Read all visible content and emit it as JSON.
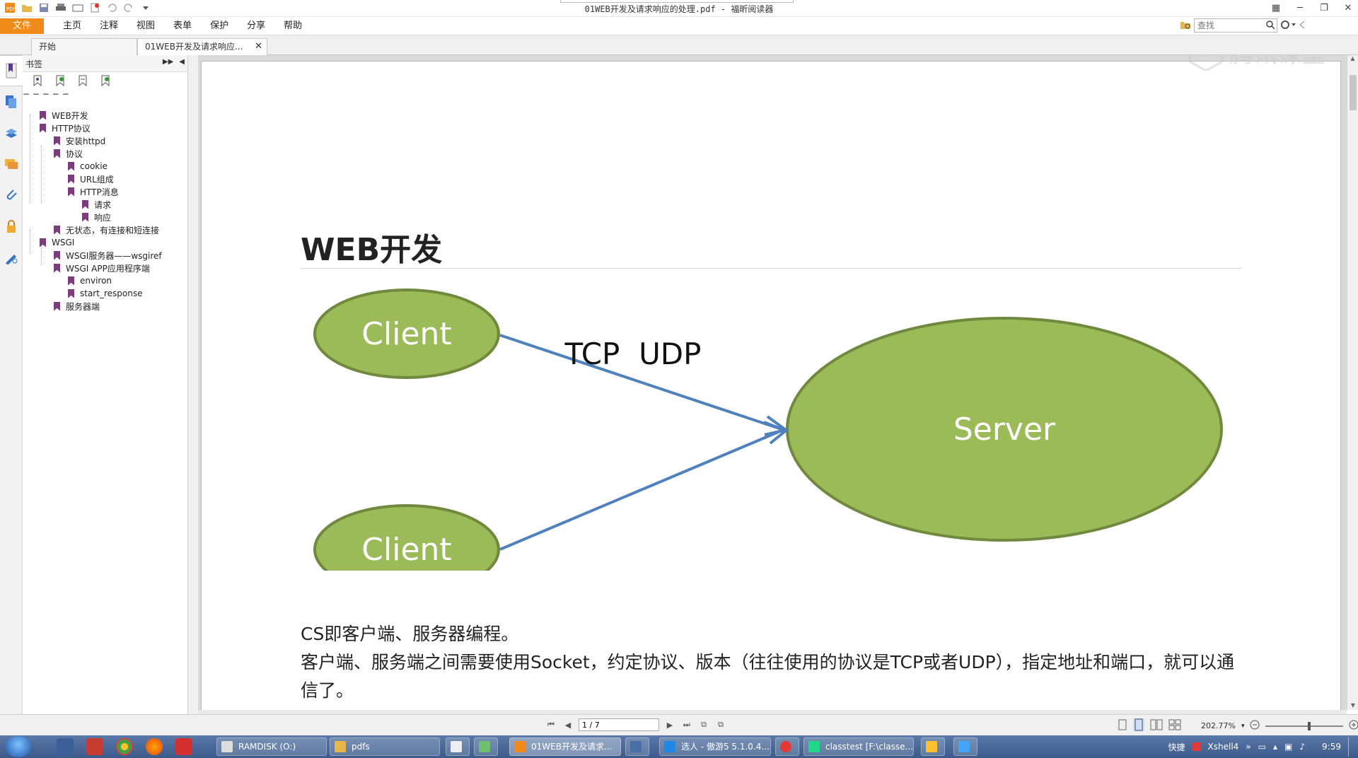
{
  "window": {
    "title": "01WEB开发及请求响应的处理.pdf - 福昕阅读器"
  },
  "menu": {
    "file": "文件",
    "items": [
      "主页",
      "注释",
      "视图",
      "表单",
      "保护",
      "分享",
      "帮助"
    ]
  },
  "search": {
    "placeholder": "查找"
  },
  "tabs": [
    {
      "label": "开始"
    },
    {
      "label": "01WEB开发及请求响应..."
    }
  ],
  "bookmarks": {
    "title": "书签",
    "items": [
      {
        "label": "WEB开发",
        "level": 0
      },
      {
        "label": "HTTP协议",
        "level": 0
      },
      {
        "label": "安装httpd",
        "level": 1
      },
      {
        "label": "协议",
        "level": 1
      },
      {
        "label": "cookie",
        "level": 2
      },
      {
        "label": "URL组成",
        "level": 2
      },
      {
        "label": "HTTP消息",
        "level": 2
      },
      {
        "label": "请求",
        "level": 3
      },
      {
        "label": "响应",
        "level": 3
      },
      {
        "label": "无状态，有连接和短连接",
        "level": 1
      },
      {
        "label": "WSGI",
        "level": 0
      },
      {
        "label": "WSGI服务器——wsgiref",
        "level": 1
      },
      {
        "label": "WSGI APP应用程序端",
        "level": 1
      },
      {
        "label": "environ",
        "level": 2
      },
      {
        "label": "start_response",
        "level": 2
      },
      {
        "label": "服务器端",
        "level": 1
      }
    ]
  },
  "document": {
    "heading": "WEB开发",
    "diagram": {
      "client1": "Client",
      "client2": "Client",
      "server": "Server",
      "protocol": "TCP  UDP"
    },
    "paragraphs": [
      "CS即客户端、服务器编程。",
      "客户端、服务端之间需要使用Socket，约定协议、版本（往往使用的协议是TCP或者UDP），指定地址和端口，就可以通信了。"
    ]
  },
  "status": {
    "page_indicator": "1 / 7",
    "zoom": "202.77%"
  },
  "watermark": "腾讯课堂",
  "taskbar": {
    "windows": [
      {
        "label": "RAMDISK (O:)"
      },
      {
        "label": "pdfs"
      },
      {
        "label": "01WEB开发及请求..."
      },
      {
        "label": "选人 - 傲游5 5.1.0.4..."
      },
      {
        "label": "classtest [F:\\classe..."
      }
    ],
    "tray_labels": [
      "快捷",
      "Xshell4"
    ],
    "clock": "9:59"
  },
  "colors": {
    "accent_orange": "#f08a18",
    "bookmark_purple": "#7a3e7d",
    "ellipse_fill": "#9bbb59",
    "ellipse_stroke": "#71893f",
    "arrow_blue": "#4f81bd"
  }
}
